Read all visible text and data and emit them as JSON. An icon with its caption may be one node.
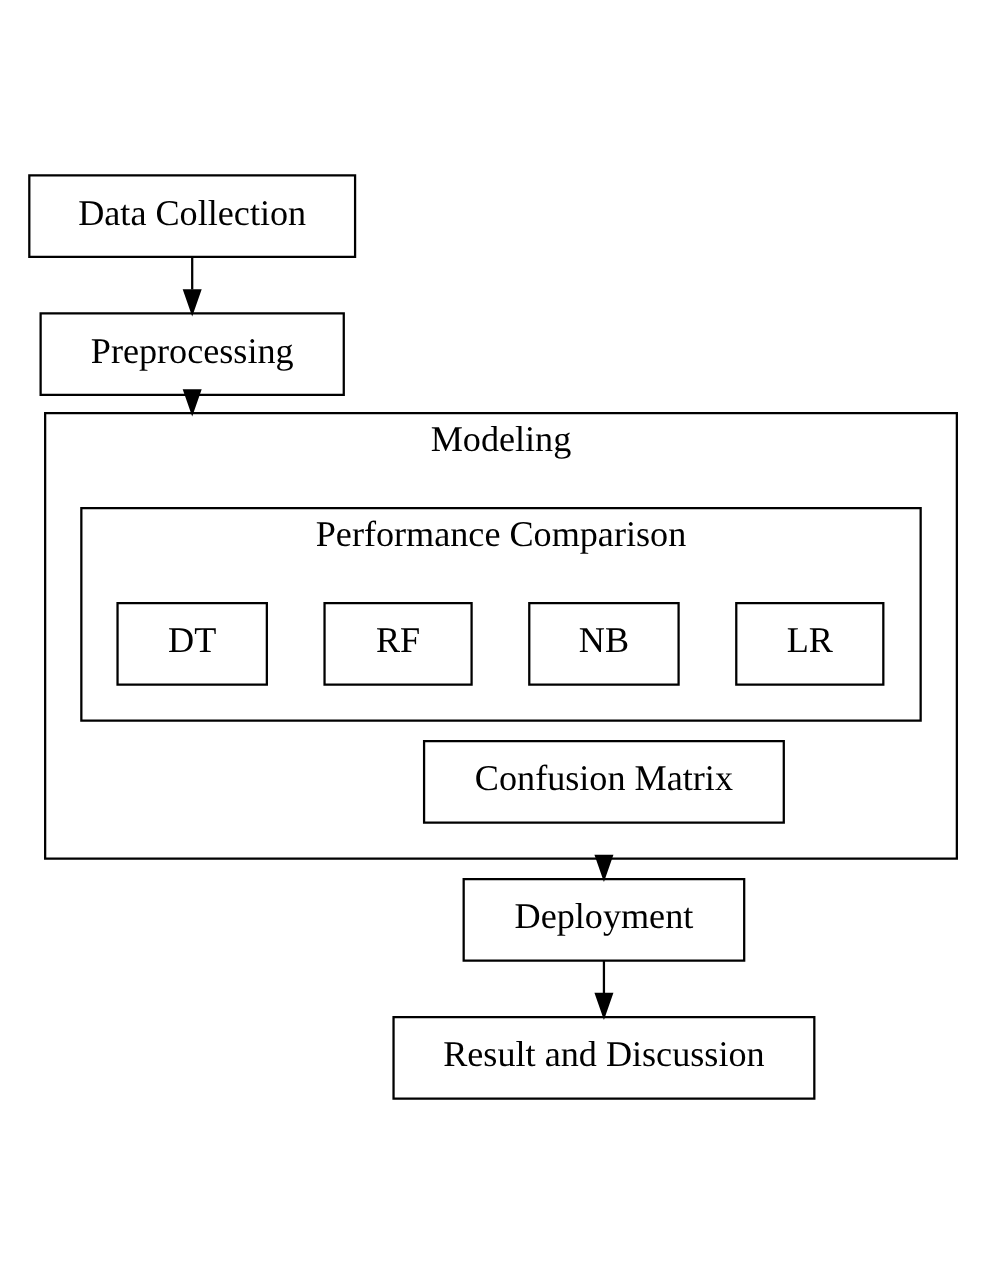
{
  "diagram": {
    "nodes": [
      {
        "text": [
          "Data Collection"
        ]
      },
      {
        "text": [
          "Preprocessing"
        ]
      },
      {
        "text": [
          "Modeling"
        ]
      },
      {
        "text": [
          "Performance Comparison"
        ],
        "in": 2
      },
      {
        "text": [
          "DT"
        ],
        "in": 3
      },
      {
        "text": [
          "RF"
        ],
        "in": 3
      },
      {
        "text": [
          "NB"
        ],
        "in": 3
      },
      {
        "text": [
          "LR"
        ],
        "in": 3
      },
      {
        "text": [
          "Confusion Matrix"
        ],
        "in": 2
      },
      {
        "text": [
          "Deployment"
        ]
      },
      {
        "text": [
          "Result and Discussion"
        ]
      }
    ],
    "edges": [
      {
        "from": 0,
        "to": 1,
        "arrow": "to"
      },
      {
        "from": 1,
        "to": 2,
        "arrow": "to"
      },
      {
        "from": 2,
        "to": 9,
        "arrow": "to"
      },
      {
        "from": 9,
        "to": 10,
        "arrow": "to"
      }
    ]
  }
}
